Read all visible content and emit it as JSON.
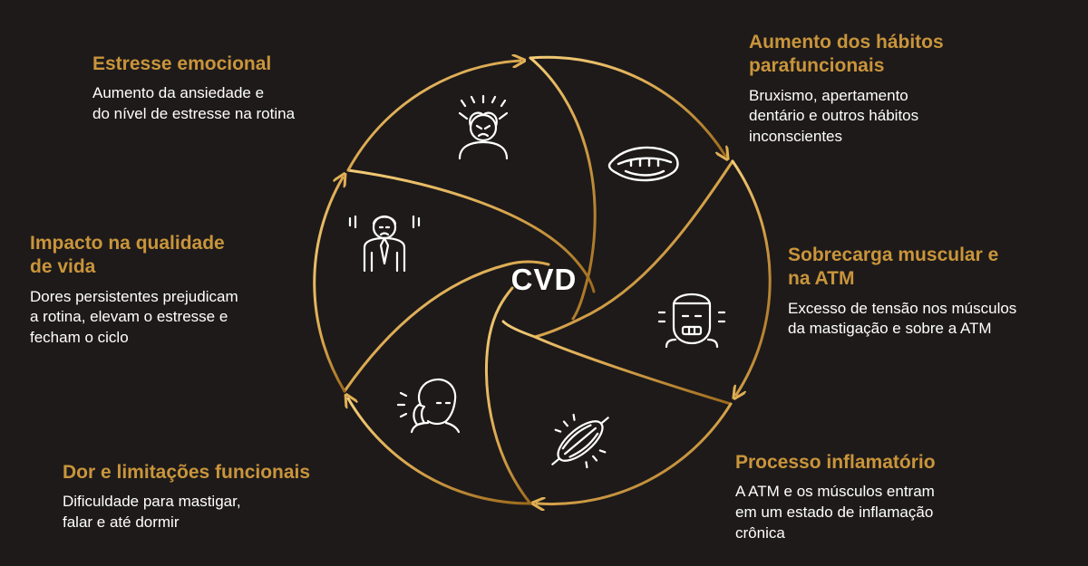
{
  "center_label": "CVD",
  "colors": {
    "background": "#1e1a1a",
    "heading": "#c9953b",
    "gold_light": "#f3cd78",
    "gold_dark": "#9c6a1c",
    "body_text": "#ffffff"
  },
  "steps": [
    {
      "key": "stress",
      "icon": "stressed-person-icon",
      "title": "Estresse emocional",
      "lines": [
        "Aumento da ansiedade e",
        "do nível de estresse na rotina"
      ]
    },
    {
      "key": "habits",
      "icon": "biting-lip-icon",
      "title_lines": [
        "Aumento dos hábitos",
        "parafuncionais"
      ],
      "lines": [
        "Bruxismo, apertamento",
        "dentário e outros hábitos",
        "inconscientes"
      ]
    },
    {
      "key": "overload",
      "icon": "clenched-jaw-icon",
      "title_lines": [
        "Sobrecarga muscular e",
        "na ATM"
      ],
      "lines": [
        "Excesso de tensão nos músculos",
        "da mastigação e sobre a ATM"
      ]
    },
    {
      "key": "inflammation",
      "icon": "inflamed-muscle-icon",
      "title": "Processo inflamatório",
      "lines": [
        "A ATM e os músculos entram",
        "em um estado de inflamação",
        "crônica"
      ]
    },
    {
      "key": "pain",
      "icon": "jaw-pain-icon",
      "title": "Dor e limitações funcionais",
      "lines": [
        "Dificuldade para mastigar,",
        "falar e até dormir"
      ]
    },
    {
      "key": "quality",
      "icon": "worried-person-icon",
      "title_lines": [
        "Impacto na qualidade",
        "de vida"
      ],
      "lines": [
        "Dores persistentes prejudicam",
        "a rotina, elevam o estresse e",
        "fecham o ciclo"
      ]
    }
  ]
}
